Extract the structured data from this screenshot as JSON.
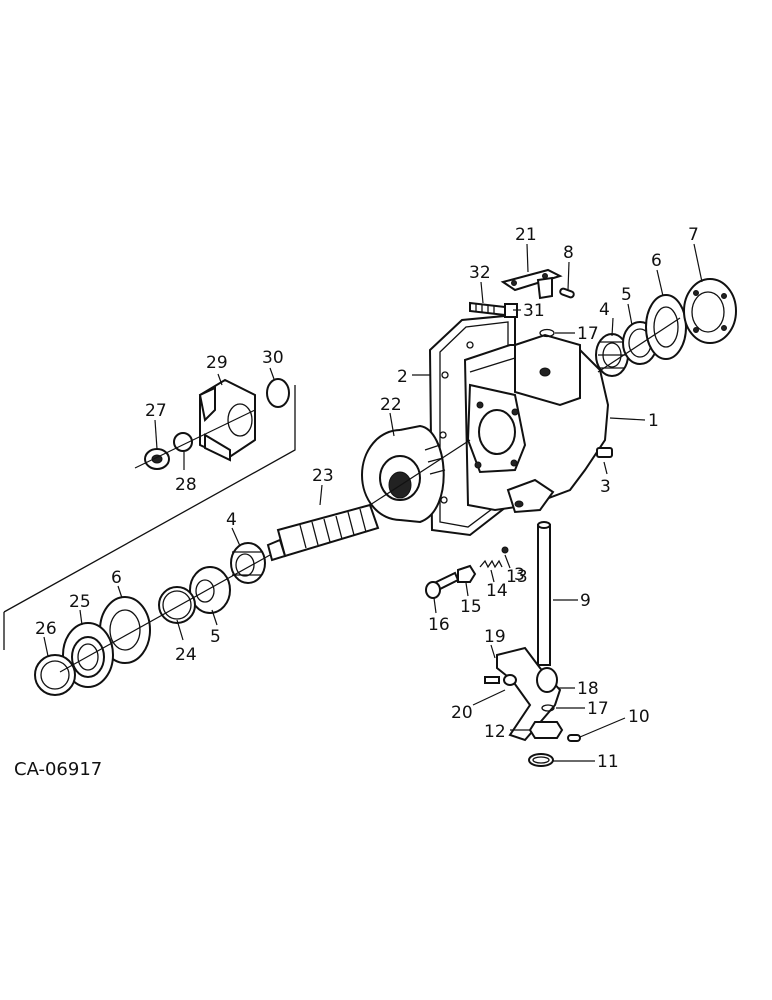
{
  "drawing_code": "CA-06917",
  "callouts": [
    "1",
    "2",
    "3",
    "3",
    "4",
    "4",
    "5",
    "5",
    "6",
    "6",
    "7",
    "8",
    "9",
    "10",
    "11",
    "12",
    "13",
    "14",
    "15",
    "16",
    "17",
    "17",
    "18",
    "19",
    "20",
    "21",
    "22",
    "23",
    "24",
    "25",
    "26",
    "27",
    "28",
    "29",
    "30",
    "31",
    "32"
  ]
}
